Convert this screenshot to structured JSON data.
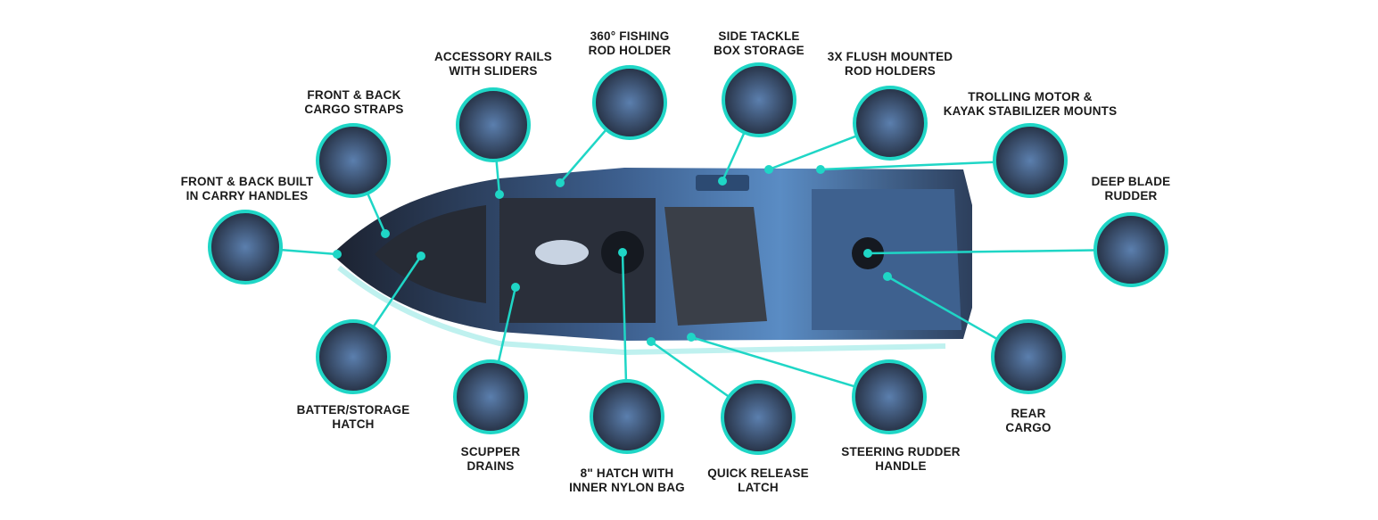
{
  "colors": {
    "accent": "#1fd6c6",
    "hull_dark": "#1c2230",
    "hull_blue": "#4f7fb8",
    "deck": "#2a2f3a",
    "text": "#1a1a1a"
  },
  "callouts": [
    {
      "id": "carry-handles",
      "lines": [
        "FRONT & BACK BUILT",
        "IN CARRY HANDLES"
      ]
    },
    {
      "id": "cargo-straps",
      "lines": [
        "FRONT & BACK",
        "CARGO STRAPS"
      ]
    },
    {
      "id": "accessory-rails",
      "lines": [
        "ACCESSORY RAILS",
        "WITH SLIDERS"
      ]
    },
    {
      "id": "rod-holder-360",
      "lines": [
        "360° FISHING",
        "ROD HOLDER"
      ]
    },
    {
      "id": "side-tackle",
      "lines": [
        "SIDE TACKLE",
        "BOX STORAGE"
      ]
    },
    {
      "id": "flush-rod-holders",
      "lines": [
        "3X FLUSH MOUNTED",
        "ROD HOLDERS"
      ]
    },
    {
      "id": "trolling-mounts",
      "lines": [
        "TROLLING MOTOR &",
        "KAYAK STABILIZER MOUNTS"
      ]
    },
    {
      "id": "deep-blade-rudder",
      "lines": [
        "DEEP BLADE",
        "RUDDER"
      ]
    },
    {
      "id": "rear-cargo",
      "lines": [
        "REAR",
        "CARGO"
      ]
    },
    {
      "id": "steering-rudder-handle",
      "lines": [
        "STEERING RUDDER",
        "HANDLE"
      ]
    },
    {
      "id": "quick-release-latch",
      "lines": [
        "QUICK RELEASE",
        "LATCH"
      ]
    },
    {
      "id": "hatch-8in",
      "lines": [
        "8\" HATCH WITH",
        "INNER NYLON BAG"
      ]
    },
    {
      "id": "scupper-drains",
      "lines": [
        "SCUPPER",
        "DRAINS"
      ]
    },
    {
      "id": "battery-storage-hatch",
      "lines": [
        "BATTER/STORAGE",
        "HATCH"
      ]
    }
  ]
}
